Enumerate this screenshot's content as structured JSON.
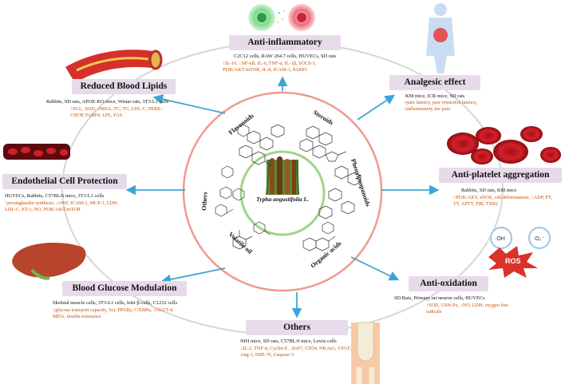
{
  "center": {
    "name": "Typha angustifolia L."
  },
  "categories": [
    "Flavonoids",
    "Steroids",
    "Phenylpropanoids",
    "Organic acids",
    "Volatile oil",
    "Others"
  ],
  "sections": {
    "anti_inflammatory": {
      "title": "Anti-inflammatory",
      "models": "C2C12 cells, RAW 264.7 cells, HUVECs, SD rats",
      "effects": "↑IL-10, ↓NF-κB, IL-6, TNF-α, IL-1β, SOCS-3, PI3K/AKT/mTOR, IL-8, ICAM-1, PARP1"
    },
    "reduced_blood_lipids": {
      "title": "Reduced Blood Lipids",
      "models": "Rabbits, SD rats, APOE-KO mice, Wistar rats, 3T3-L1 cells",
      "effects": "↑PGI₂, SOD, ↓MDA, TC, TG, LDL-C, PERK-CHOP, FABP4, LPL, FAS"
    },
    "analgesic": {
      "title": "Analgesic effect",
      "models": "KM mice, ICR mice, SD rats",
      "effects": "↑pain latency, paw retraction latency, ↓inflammatory toe pain"
    },
    "endothelial": {
      "title": "Endothelial Cell Protection",
      "models": "HUVECs, Rabbits, C57BL/6 mice, 3T3-L1 cells",
      "effects": "↑prostaglandin synthesis, ↓vWF, ICAM-1, MCP-1, LDH, LDL-C, ET-1, NO, PI3K/AKT/mTOR"
    },
    "anti_platelet": {
      "title": "Anti-platelet aggregation",
      "models": "Rabbits, SD rats, KM mice",
      "effects": "↑PI3K/AKT, eNOS, cell deformations, ↓ADP, PT, TT, APTT, FIB, TXB2"
    },
    "blood_glucose": {
      "title": "Blood Glucose Modulation",
      "models": "Skeletal muscle cells, 3T3-L1 cells, Islet β-cells, C1212 cells",
      "effects": "↑glucose transport capacity, Scr, PPARγ, C/EBPα, ↓GLUT-4, MDA, insulin resistance"
    },
    "anti_oxidation": {
      "title": "Anti-oxidation",
      "models": "SD Rats, Primary rat neuron cells, HUVECs",
      "effects": "↑SOD, GSH-Px, ↓NO, LDH, oxygen free radicals"
    },
    "others": {
      "title": "Others",
      "models": "NIH mice, SD rats, C57BL/6 mice, Lewis cells",
      "effects": "↓IL-2, TNF-α, Cyclin-E, ↓Ki67, CD34, NKAα1, VEGF, Ang-1, HSP-70, Caspase-3"
    }
  },
  "icons": {
    "ros_label": "ROS",
    "radical_1": "·OH",
    "radical_2": "·O₂⁻"
  },
  "colors": {
    "title_bg": "#e7dbe9",
    "effects_text": "#c8520a",
    "arrow": "#3ba6d6",
    "outer_ring": "#d6d6d6",
    "inner_ring": "#ef9b93",
    "center_ring": "#9fd48a"
  }
}
